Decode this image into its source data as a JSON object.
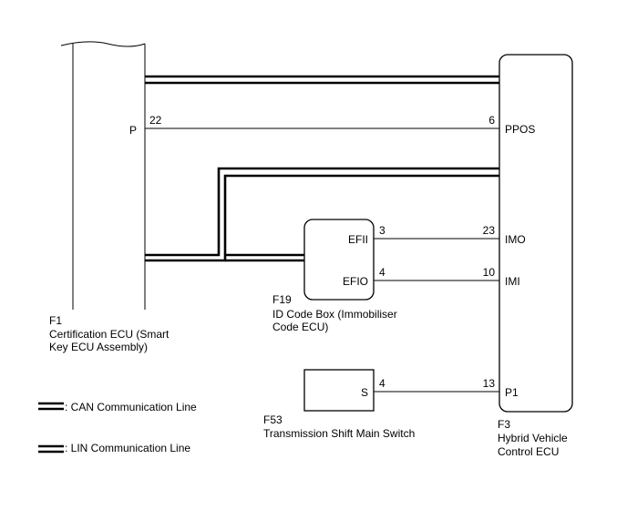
{
  "components": {
    "f1": {
      "code": "F1",
      "name_lines": [
        "Certification ECU (Smart",
        "Key ECU Assembly)"
      ],
      "terminal": "P"
    },
    "f3": {
      "code": "F3",
      "name_lines": [
        "Hybrid Vehicle",
        "Control ECU"
      ],
      "terminals": {
        "ppos": "PPOS",
        "imo": "IMO",
        "imi": "IMI",
        "p1": "P1"
      }
    },
    "f19": {
      "code": "F19",
      "name_lines": [
        "ID Code Box (Immobiliser",
        "Code ECU)"
      ],
      "terminals": {
        "efii": "EFII",
        "efio": "EFIO"
      }
    },
    "f53": {
      "code": "F53",
      "name_lines": [
        "Transmission Shift Main Switch"
      ],
      "terminal": "S"
    }
  },
  "pins": {
    "f1_p": "22",
    "f3_ppos": "6",
    "f19_efii": "3",
    "f3_imo": "23",
    "f19_efio": "4",
    "f3_imi": "10",
    "f53_s": "4",
    "f3_p1": "13"
  },
  "legend": {
    "can": ": CAN Communication Line",
    "lin": ": LIN Communication Line"
  }
}
